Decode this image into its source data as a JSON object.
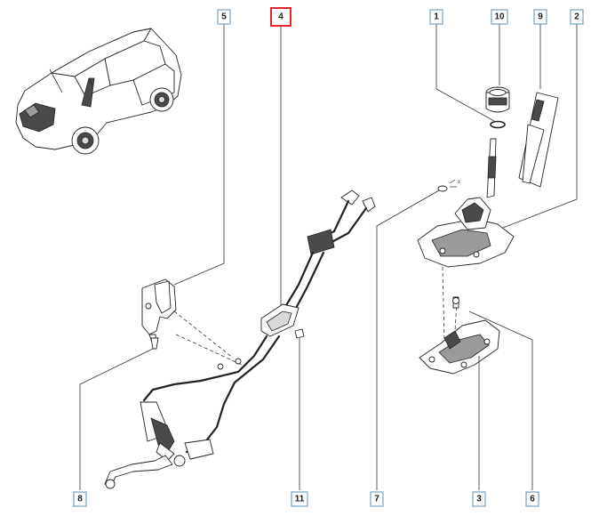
{
  "callouts": {
    "c5": "5",
    "c4": "4",
    "c1": "1",
    "c10": "10",
    "c9": "9",
    "c2": "2",
    "c8": "8",
    "c11": "11",
    "c7": "7",
    "c3": "3",
    "c6": "6"
  },
  "highlight_color": "#e8262a",
  "callout_border_color": "#5b8db0"
}
